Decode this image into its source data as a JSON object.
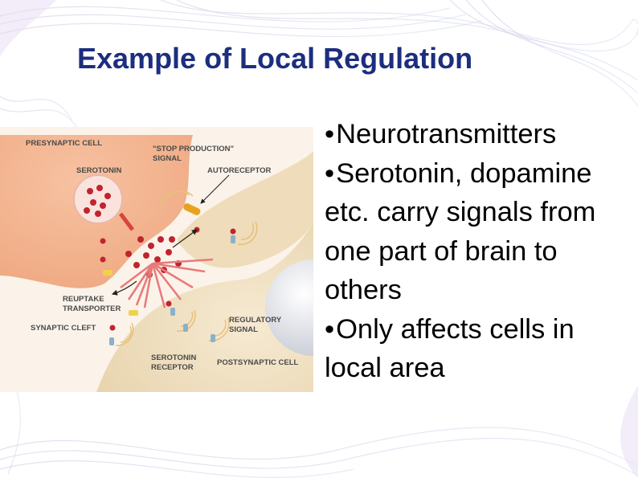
{
  "slide": {
    "title": "Example of Local Regulation",
    "bullet_symbol": "•",
    "bullets": [
      {
        "text": "Neurotransmitters"
      },
      {
        "text": "Serotonin, dopamine etc. carry signals from one part of brain to others"
      },
      {
        "text": "Only affects cells in local area"
      }
    ]
  },
  "diagram": {
    "labels": {
      "presynaptic_cell": "PRESYNAPTIC CELL",
      "stop_production_1": "\"STOP PRODUCTION\"",
      "stop_production_2": "SIGNAL",
      "serotonin": "SEROTONIN",
      "autoreceptor": "AUTORECEPTOR",
      "reuptake_1": "REUPTAKE",
      "reuptake_2": "TRANSPORTER",
      "synaptic_cleft": "SYNAPTIC CLEFT",
      "regulatory_1": "REGULATORY",
      "regulatory_2": "SIGNAL",
      "serotonin_receptor_1": "SEROTONIN",
      "serotonin_receptor_2": "RECEPTOR",
      "postsynaptic_cell": "POSTSYNAPTIC CELL"
    }
  },
  "colors": {
    "title": "#1c2e7e",
    "presynaptic": "#f3b08c",
    "postsynaptic": "#f2e2c2",
    "serotonin_dot": "#c0242e"
  }
}
